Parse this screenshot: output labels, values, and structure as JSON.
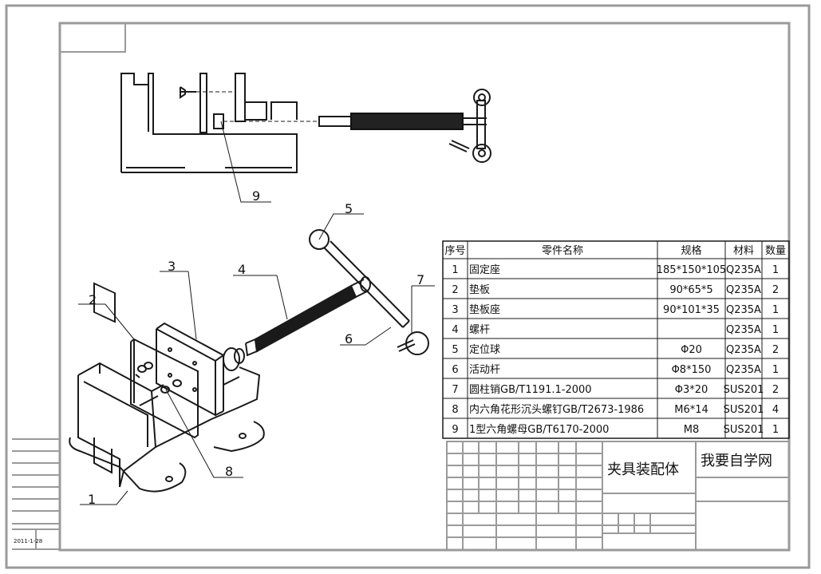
{
  "drawing_stamp": "2011-1-28",
  "title_block": {
    "assembly_name": "夹具装配体",
    "company": "我要自学网"
  },
  "bom": {
    "headers": [
      "序号",
      "零件名称",
      "规格",
      "材料",
      "数量"
    ],
    "rows": [
      [
        "1",
        "固定座",
        "185*150*105",
        "Q235A",
        "1"
      ],
      [
        "2",
        "垫板",
        "90*65*5",
        "Q235A",
        "2"
      ],
      [
        "3",
        "垫板座",
        "90*101*35",
        "Q235A",
        "1"
      ],
      [
        "4",
        "螺杆",
        "",
        "Q235A",
        "1"
      ],
      [
        "5",
        "定位球",
        "Φ20",
        "Q235A",
        "2"
      ],
      [
        "6",
        "活动杆",
        "Φ8*150",
        "Q235A",
        "1"
      ],
      [
        "7",
        "圆柱销GB/T1191.1-2000",
        "Φ3*20",
        "SUS201",
        "2"
      ],
      [
        "8",
        "内六角花形沉头螺钉GB/T2673-1986",
        "M6*14",
        "SUS201",
        "4"
      ],
      [
        "9",
        "1型六角螺母GB/T6170-2000",
        "M8",
        "SUS201",
        "1"
      ]
    ]
  },
  "balloons": [
    "1",
    "2",
    "3",
    "4",
    "5",
    "6",
    "7",
    "8",
    "9"
  ]
}
